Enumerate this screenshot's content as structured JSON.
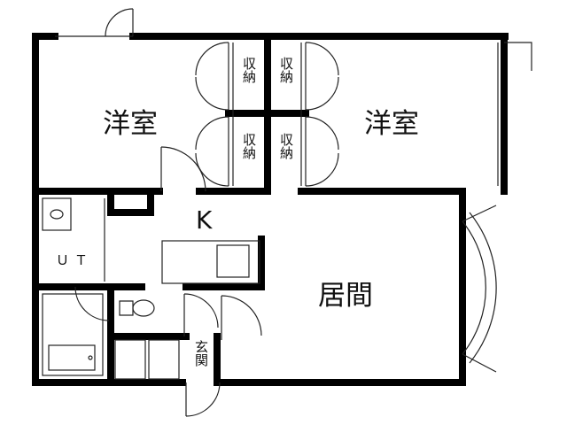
{
  "rooms": {
    "western_left": "洋室",
    "western_right": "洋室",
    "kitchen": "K",
    "utility": "ＵＴ",
    "living": "居間",
    "entrance": "玄関"
  },
  "storage": {
    "upper_left": "収納",
    "upper_right": "収納",
    "lower_left": "収納",
    "lower_right": "収納"
  },
  "colors": {
    "wall": "#000000",
    "line": "#222222",
    "background": "#ffffff"
  }
}
